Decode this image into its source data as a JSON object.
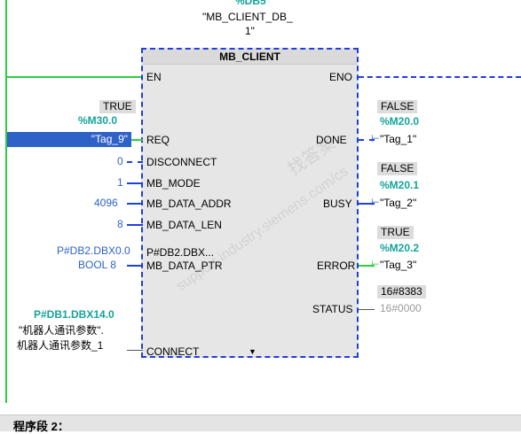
{
  "header": {
    "db_address": "%DB5",
    "db_name_line1": "\"MB_CLIENT_DB_",
    "db_name_line2": "1\""
  },
  "block": {
    "title": "MB_CLIENT",
    "inputs": {
      "en": "EN",
      "req": "REQ",
      "disconnect": "DISCONNECT",
      "mb_mode": "MB_MODE",
      "mb_data_addr": "MB_DATA_ADDR",
      "mb_data_len": "MB_DATA_LEN",
      "mb_data_ptr_value": "P#DB2.DBX...",
      "mb_data_ptr": "MB_DATA_PTR",
      "connect": "CONNECT"
    },
    "outputs": {
      "eno": "ENO",
      "done": "DONE",
      "busy": "BUSY",
      "error": "ERROR",
      "status": "STATUS"
    }
  },
  "left_params": {
    "req_status": "TRUE",
    "req_address": "%M30.0",
    "req_tag": "\"Tag_9\"",
    "disconnect_value": "0",
    "mb_mode_value": "1",
    "mb_data_addr_value": "4096",
    "mb_data_len_value": "8",
    "ptr_value_line1": "P#DB2.DBX0.0",
    "ptr_value_line2": "BOOL 8",
    "connect_address": "P#DB1.DBX14.0",
    "connect_line1": "\"机器人通讯参数\".",
    "connect_line2": "机器人通讯参数_1"
  },
  "right_params": {
    "done_status": "FALSE",
    "done_address": "%M20.0",
    "done_tag": "\"Tag_1\"",
    "busy_status": "FALSE",
    "busy_address": "%M20.1",
    "busy_tag": "\"Tag_2\"",
    "error_status": "TRUE",
    "error_address": "%M20.2",
    "error_tag": "\"Tag_3\"",
    "status_value": "16#8383",
    "status_default": "16#0000"
  },
  "segment": {
    "label": "程序段 2："
  },
  "watermark": {
    "line1": "找答案",
    "line2": "support.industry.siemens.com/cs"
  },
  "colors": {
    "wire_green": "#2ecc40",
    "dash_blue": "#1f3fd8",
    "address_teal": "#14a39a",
    "value_blue": "#2f62c7",
    "block_bg": "#e6e6e6"
  }
}
